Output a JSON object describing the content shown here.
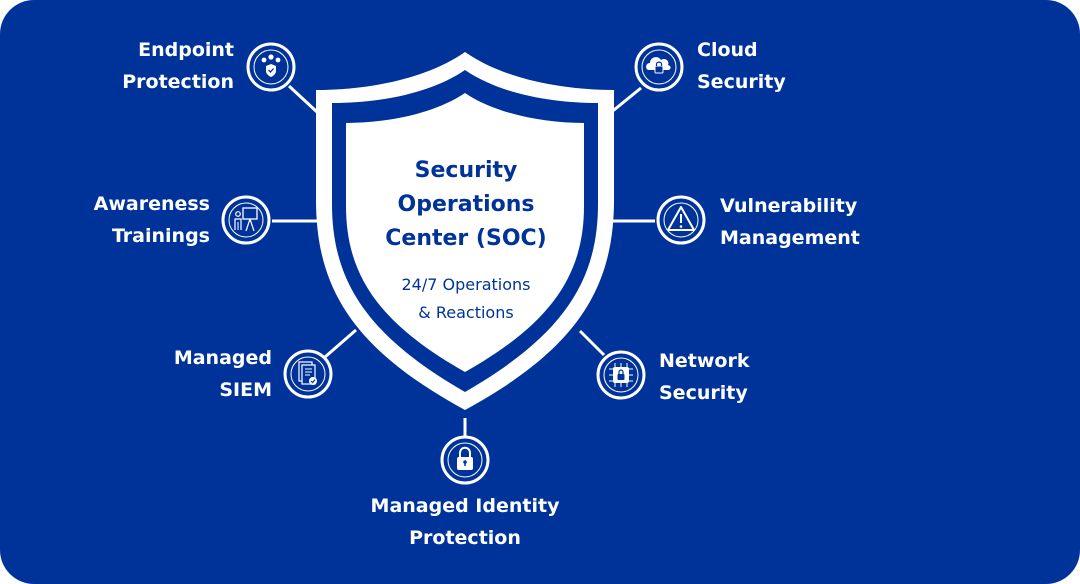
{
  "colors": {
    "background": "#003399",
    "foreground": "#ffffff",
    "accent": "#003399"
  },
  "center": {
    "title_lines": [
      "Security",
      "Operations",
      "Center (SOC)"
    ],
    "subtitle_lines": [
      "24/7 Operations",
      "& Reactions"
    ]
  },
  "nodes": [
    {
      "id": "endpoint",
      "icon": "users-shield-icon",
      "lines": [
        "Endpoint",
        "Protection"
      ]
    },
    {
      "id": "cloud",
      "icon": "cloud-lock-icon",
      "lines": [
        "Cloud",
        "Security"
      ]
    },
    {
      "id": "awareness",
      "icon": "presentation-board-icon",
      "lines": [
        "Awareness",
        "Trainings"
      ]
    },
    {
      "id": "vulnerability",
      "icon": "warning-triangle-icon",
      "lines": [
        "Vulnerability",
        "Management"
      ]
    },
    {
      "id": "siem",
      "icon": "document-check-icon",
      "lines": [
        "Managed",
        "SIEM"
      ]
    },
    {
      "id": "network",
      "icon": "chip-lock-icon",
      "lines": [
        "Network",
        "Security"
      ]
    },
    {
      "id": "identity",
      "icon": "padlock-icon",
      "lines": [
        "Managed Identity",
        "Protection"
      ]
    }
  ]
}
